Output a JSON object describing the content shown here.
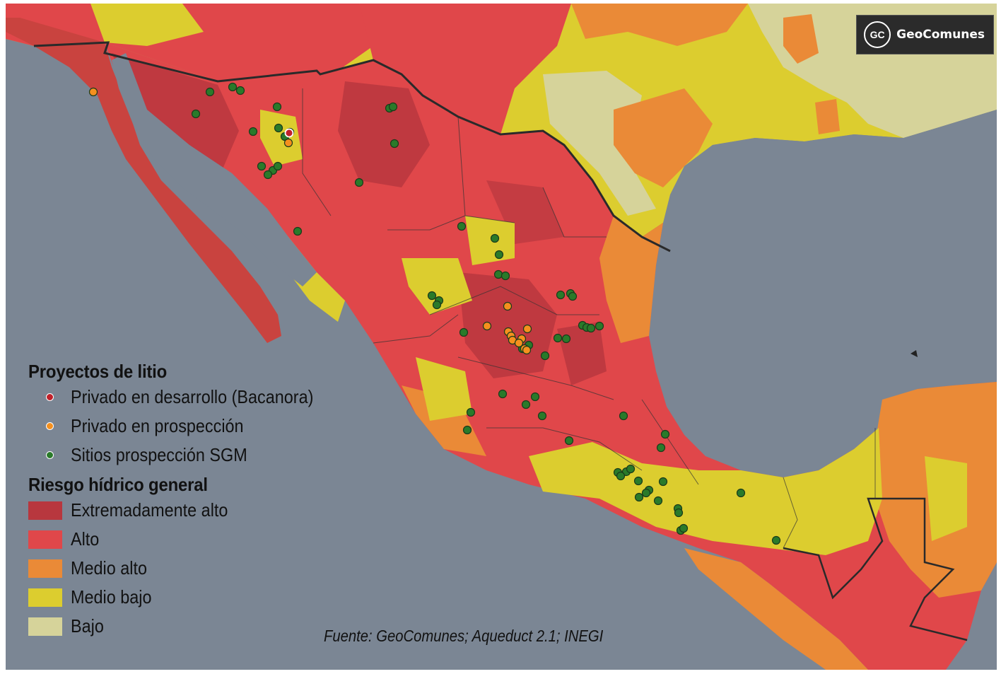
{
  "brand": {
    "icon_text": "GC",
    "name": "GeoComunes",
    "icon": "geocomunes-logo-icon"
  },
  "legend": {
    "projects_title": "Proyectos de litio",
    "projects": [
      {
        "label": "Privado en desarrollo (Bacanora)",
        "color": "#c0202a"
      },
      {
        "label": "Privado en prospección",
        "color": "#f5901e"
      },
      {
        "label": "Sitios prospección SGM",
        "color": "#2a7a2a"
      }
    ],
    "risk_title": "Riesgo hídrico general",
    "risk": [
      {
        "label": "Extremadamente alto",
        "color": "#b8373e"
      },
      {
        "label": "Alto",
        "color": "#e0474a"
      },
      {
        "label": "Medio alto",
        "color": "#ea8a37"
      },
      {
        "label": "Medio bajo",
        "color": "#dccd2f"
      },
      {
        "label": "Bajo",
        "color": "#d6d39a"
      }
    ]
  },
  "source": "Fuente: GeoComunes; Aqueduct 2.1; INEGI",
  "colors": {
    "ocean": "#7b8694",
    "border": "#2a2a2a"
  }
}
